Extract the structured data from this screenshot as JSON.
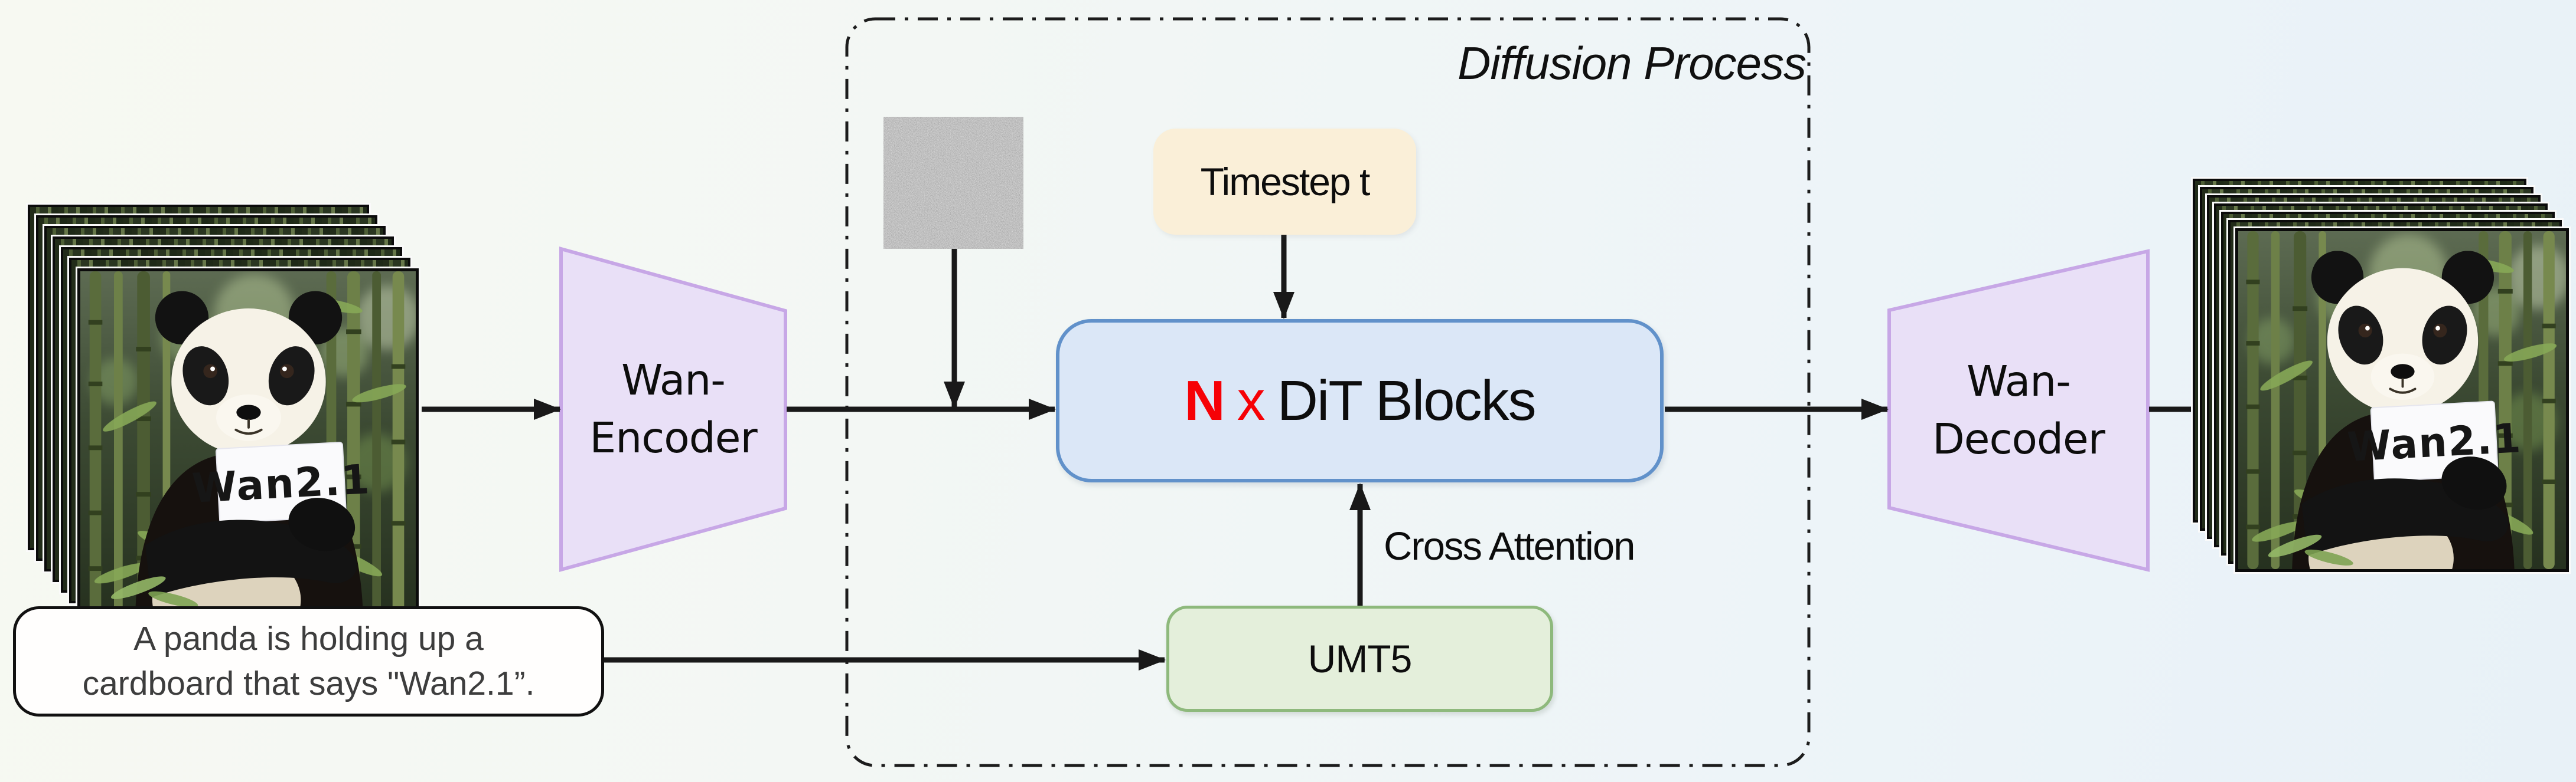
{
  "diagram_title": "Diffusion Process",
  "input": {
    "video_frames": {
      "count": 7,
      "sign_text": "Wan2.1"
    },
    "prompt": {
      "line1": "A panda is holding up a",
      "line2": "cardboard that says \"Wan2.1”."
    }
  },
  "encoder": {
    "line1": "Wan-",
    "line2": "Encoder"
  },
  "decoder": {
    "line1": "Wan-",
    "line2": "Decoder"
  },
  "diffusion": {
    "title": "Diffusion Process",
    "timestep_label": "Timestep t",
    "dit_n": "N",
    "dit_times": "x",
    "dit_label": "DiT Blocks",
    "cross_attention_label": "Cross Attention",
    "text_encoder_label": "UMT5"
  },
  "output": {
    "video_frames": {
      "count": 7,
      "sign_text": "Wan2.1"
    }
  },
  "colors": {
    "arrow": "#191919",
    "timestep_fill": "#faefd8",
    "dit_fill": "#dbe7f7",
    "dit_border": "#6191ca",
    "dit_n_red": "#f60106",
    "umt5_fill": "#e4efdb",
    "umt5_border": "#8eb97c",
    "vae_fill": "#e9e0f7",
    "vae_border": "#c7a7e6",
    "prompt_border": "#111111",
    "prompt_text": "#3d3d3d"
  }
}
